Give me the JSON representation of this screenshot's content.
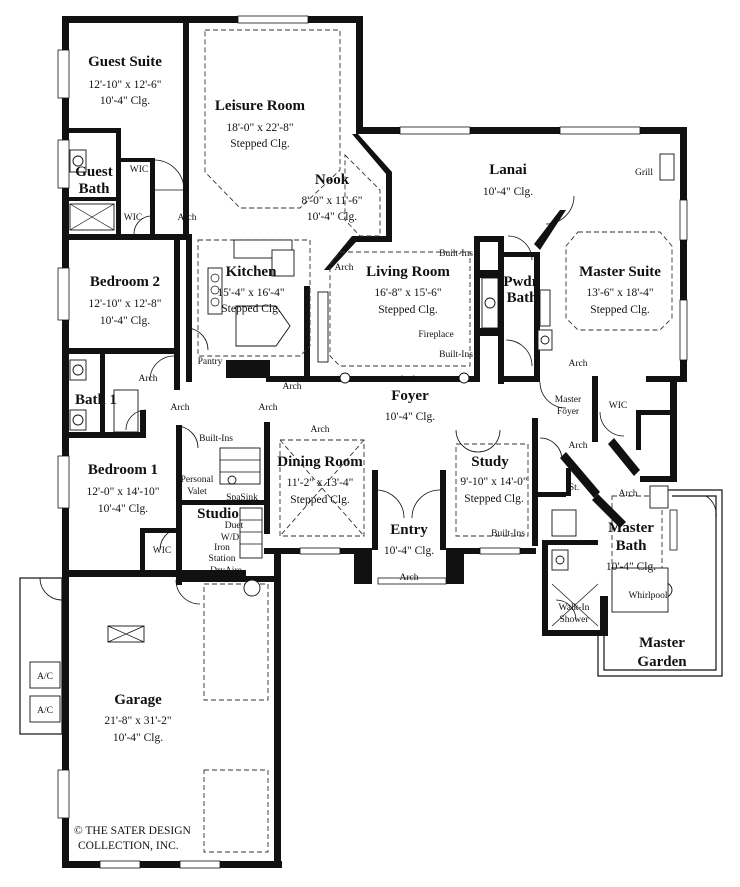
{
  "rooms": {
    "guest_suite": {
      "name": "Guest Suite",
      "size": "12'-10\" x 12'-6\"",
      "ceiling": "10'-4\" Clg."
    },
    "leisure_room": {
      "name": "Leisure Room",
      "size": "18'-0\" x 22'-8\"",
      "ceiling": "Stepped Clg."
    },
    "nook": {
      "name": "Nook",
      "size": "8'-0\" x 11'-6\"",
      "ceiling": "10'-4\" Clg."
    },
    "lanai": {
      "name": "Lanai",
      "ceiling": "10'-4\" Clg."
    },
    "guest_bath": {
      "name_line1": "Guest",
      "name_line2": "Bath"
    },
    "bedroom2": {
      "name": "Bedroom 2",
      "size": "12'-10\" x 12'-8\"",
      "ceiling": "10'-4\" Clg."
    },
    "kitchen": {
      "name": "Kitchen",
      "size": "15'-4\" x 16'-4\"",
      "ceiling": "Stepped Clg."
    },
    "living_room": {
      "name": "Living Room",
      "size": "16'-8\" x 15'-6\"",
      "ceiling": "Stepped Clg."
    },
    "pwdr_bath": {
      "name_line1": "Pwdr.",
      "name_line2": "Bath"
    },
    "master_suite": {
      "name": "Master Suite",
      "size": "13'-6\" x 18'-4\"",
      "ceiling": "Stepped Clg."
    },
    "bath1": {
      "name": "Bath 1"
    },
    "foyer": {
      "name": "Foyer",
      "ceiling": "10'-4\" Clg."
    },
    "bedroom1": {
      "name": "Bedroom 1",
      "size": "12'-0\" x 14'-10\"",
      "ceiling": "10'-4\" Clg."
    },
    "dining_room": {
      "name": "Dining Room",
      "size": "11'-2\" x 13'-4\"",
      "ceiling": "Stepped Clg."
    },
    "study": {
      "name": "Study",
      "size": "9'-10\" x 14'-0\"",
      "ceiling": "Stepped Clg."
    },
    "studio": {
      "name": "Studio"
    },
    "entry": {
      "name": "Entry",
      "ceiling": "10'-4\" Clg."
    },
    "master_bath": {
      "name_line1": "Master",
      "name_line2": "Bath",
      "ceiling": "10'-4\" Clg."
    },
    "garage": {
      "name": "Garage",
      "size": "21'-8\" x 31'-2\"",
      "ceiling": "10'-4\" Clg."
    },
    "master_garden": {
      "name_line1": "Master",
      "name_line2": "Garden"
    }
  },
  "labels": {
    "wic": "WIC",
    "arch": "Arch",
    "grill": "Grill",
    "built_ins": "Built-Ins",
    "fireplace": "Fireplace",
    "pantry": "Pantry",
    "master_foyer_1": "Master",
    "master_foyer_2": "Foyer",
    "personal_valet_1": "Personal",
    "personal_valet_2": "Valet",
    "spa_sink": "SpaSink",
    "duet_wd_1": "Duet",
    "duet_wd_2": "W/D",
    "iron_station_1": "Iron",
    "iron_station_2": "Station",
    "dry_aire": "DryAire",
    "st": "St.",
    "whirlpool": "Whirlpool",
    "walk_in_shower_1": "Walk-In",
    "walk_in_shower_2": "Shower",
    "ac": "A/C"
  },
  "copyright": {
    "line1": "© THE SATER DESIGN",
    "line2": "COLLECTION, INC."
  }
}
